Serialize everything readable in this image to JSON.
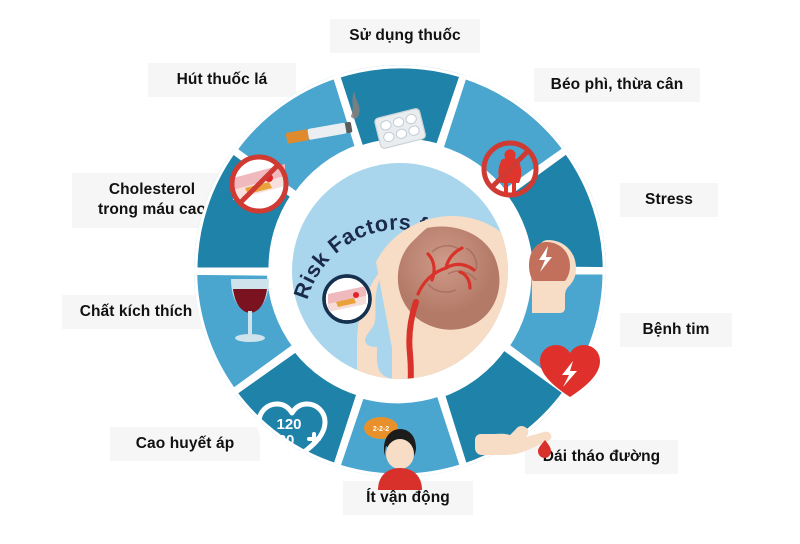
{
  "graphic": {
    "kind": "circular-infographic",
    "center_title": "Risk Factors for Stroke",
    "center_icon_name": "head-brain-artery-illustration",
    "segment_count": 10,
    "colors": {
      "segment_light": "#4aa6cf",
      "segment_dark": "#1f82a8",
      "inner_circle": "#a9d6ec",
      "ring_gap": "#ffffff",
      "title_text": "#1b2a4a",
      "label_text": "#111111",
      "label_background": "#f6f6f6",
      "accent_red": "#d8322b",
      "wine_red": "#7b1220",
      "skin": "#f6d7c0",
      "brain": "#c08878",
      "page_background": "#ffffff"
    }
  },
  "segments": [
    {
      "id": "medication",
      "label": "Sử dụng thuốc",
      "icon": "pill-blister-pack-icon",
      "tone": "dark"
    },
    {
      "id": "obesity",
      "label": "Béo phì, thừa cân",
      "icon": "no-obesity-icon",
      "tone": "light"
    },
    {
      "id": "stress",
      "label": "Stress",
      "icon": "head-lightning-stress-icon",
      "tone": "dark"
    },
    {
      "id": "heart-disease",
      "label": "Bệnh tim",
      "icon": "heart-lightning-icon",
      "tone": "light"
    },
    {
      "id": "diabetes",
      "label": "Đái tháo đường",
      "icon": "finger-prick-blood-drop-icon",
      "tone": "dark"
    },
    {
      "id": "sedentary",
      "label": "Ít vận động",
      "icon": "seated-person-speech-bubble-icon",
      "tone": "light"
    },
    {
      "id": "hypertension",
      "label": "Cao huyết áp",
      "icon": "blood-pressure-heart-icon",
      "tone": "dark"
    },
    {
      "id": "stimulants",
      "label": "Chất kích thích",
      "icon": "wine-glass-icon",
      "tone": "light"
    },
    {
      "id": "cholesterol",
      "label": "Cholesterol\ntrong máu cao",
      "icon": "no-clogged-artery-icon",
      "tone": "dark"
    },
    {
      "id": "smoking",
      "label": "Hút thuốc lá",
      "icon": "lit-cigarette-icon",
      "tone": "light"
    }
  ],
  "icon_values": {
    "blood_pressure_systolic": "120",
    "blood_pressure_diastolic": "80",
    "speech_bubble_text": "2-2-2"
  },
  "chart_data": {
    "type": "pie",
    "title": "Risk Factors for Stroke",
    "categories": [
      "Sử dụng thuốc",
      "Béo phì, thừa cân",
      "Stress",
      "Bệnh tim",
      "Đái tháo đường",
      "Ít vận động",
      "Cao huyết áp",
      "Chất kích thích",
      "Cholesterol trong máu cao",
      "Hút thuốc lá"
    ],
    "values": [
      10,
      10,
      10,
      10,
      10,
      10,
      10,
      10,
      10,
      10
    ],
    "xlabel": "",
    "ylabel": "",
    "legend": "around-ring",
    "grid": false
  }
}
